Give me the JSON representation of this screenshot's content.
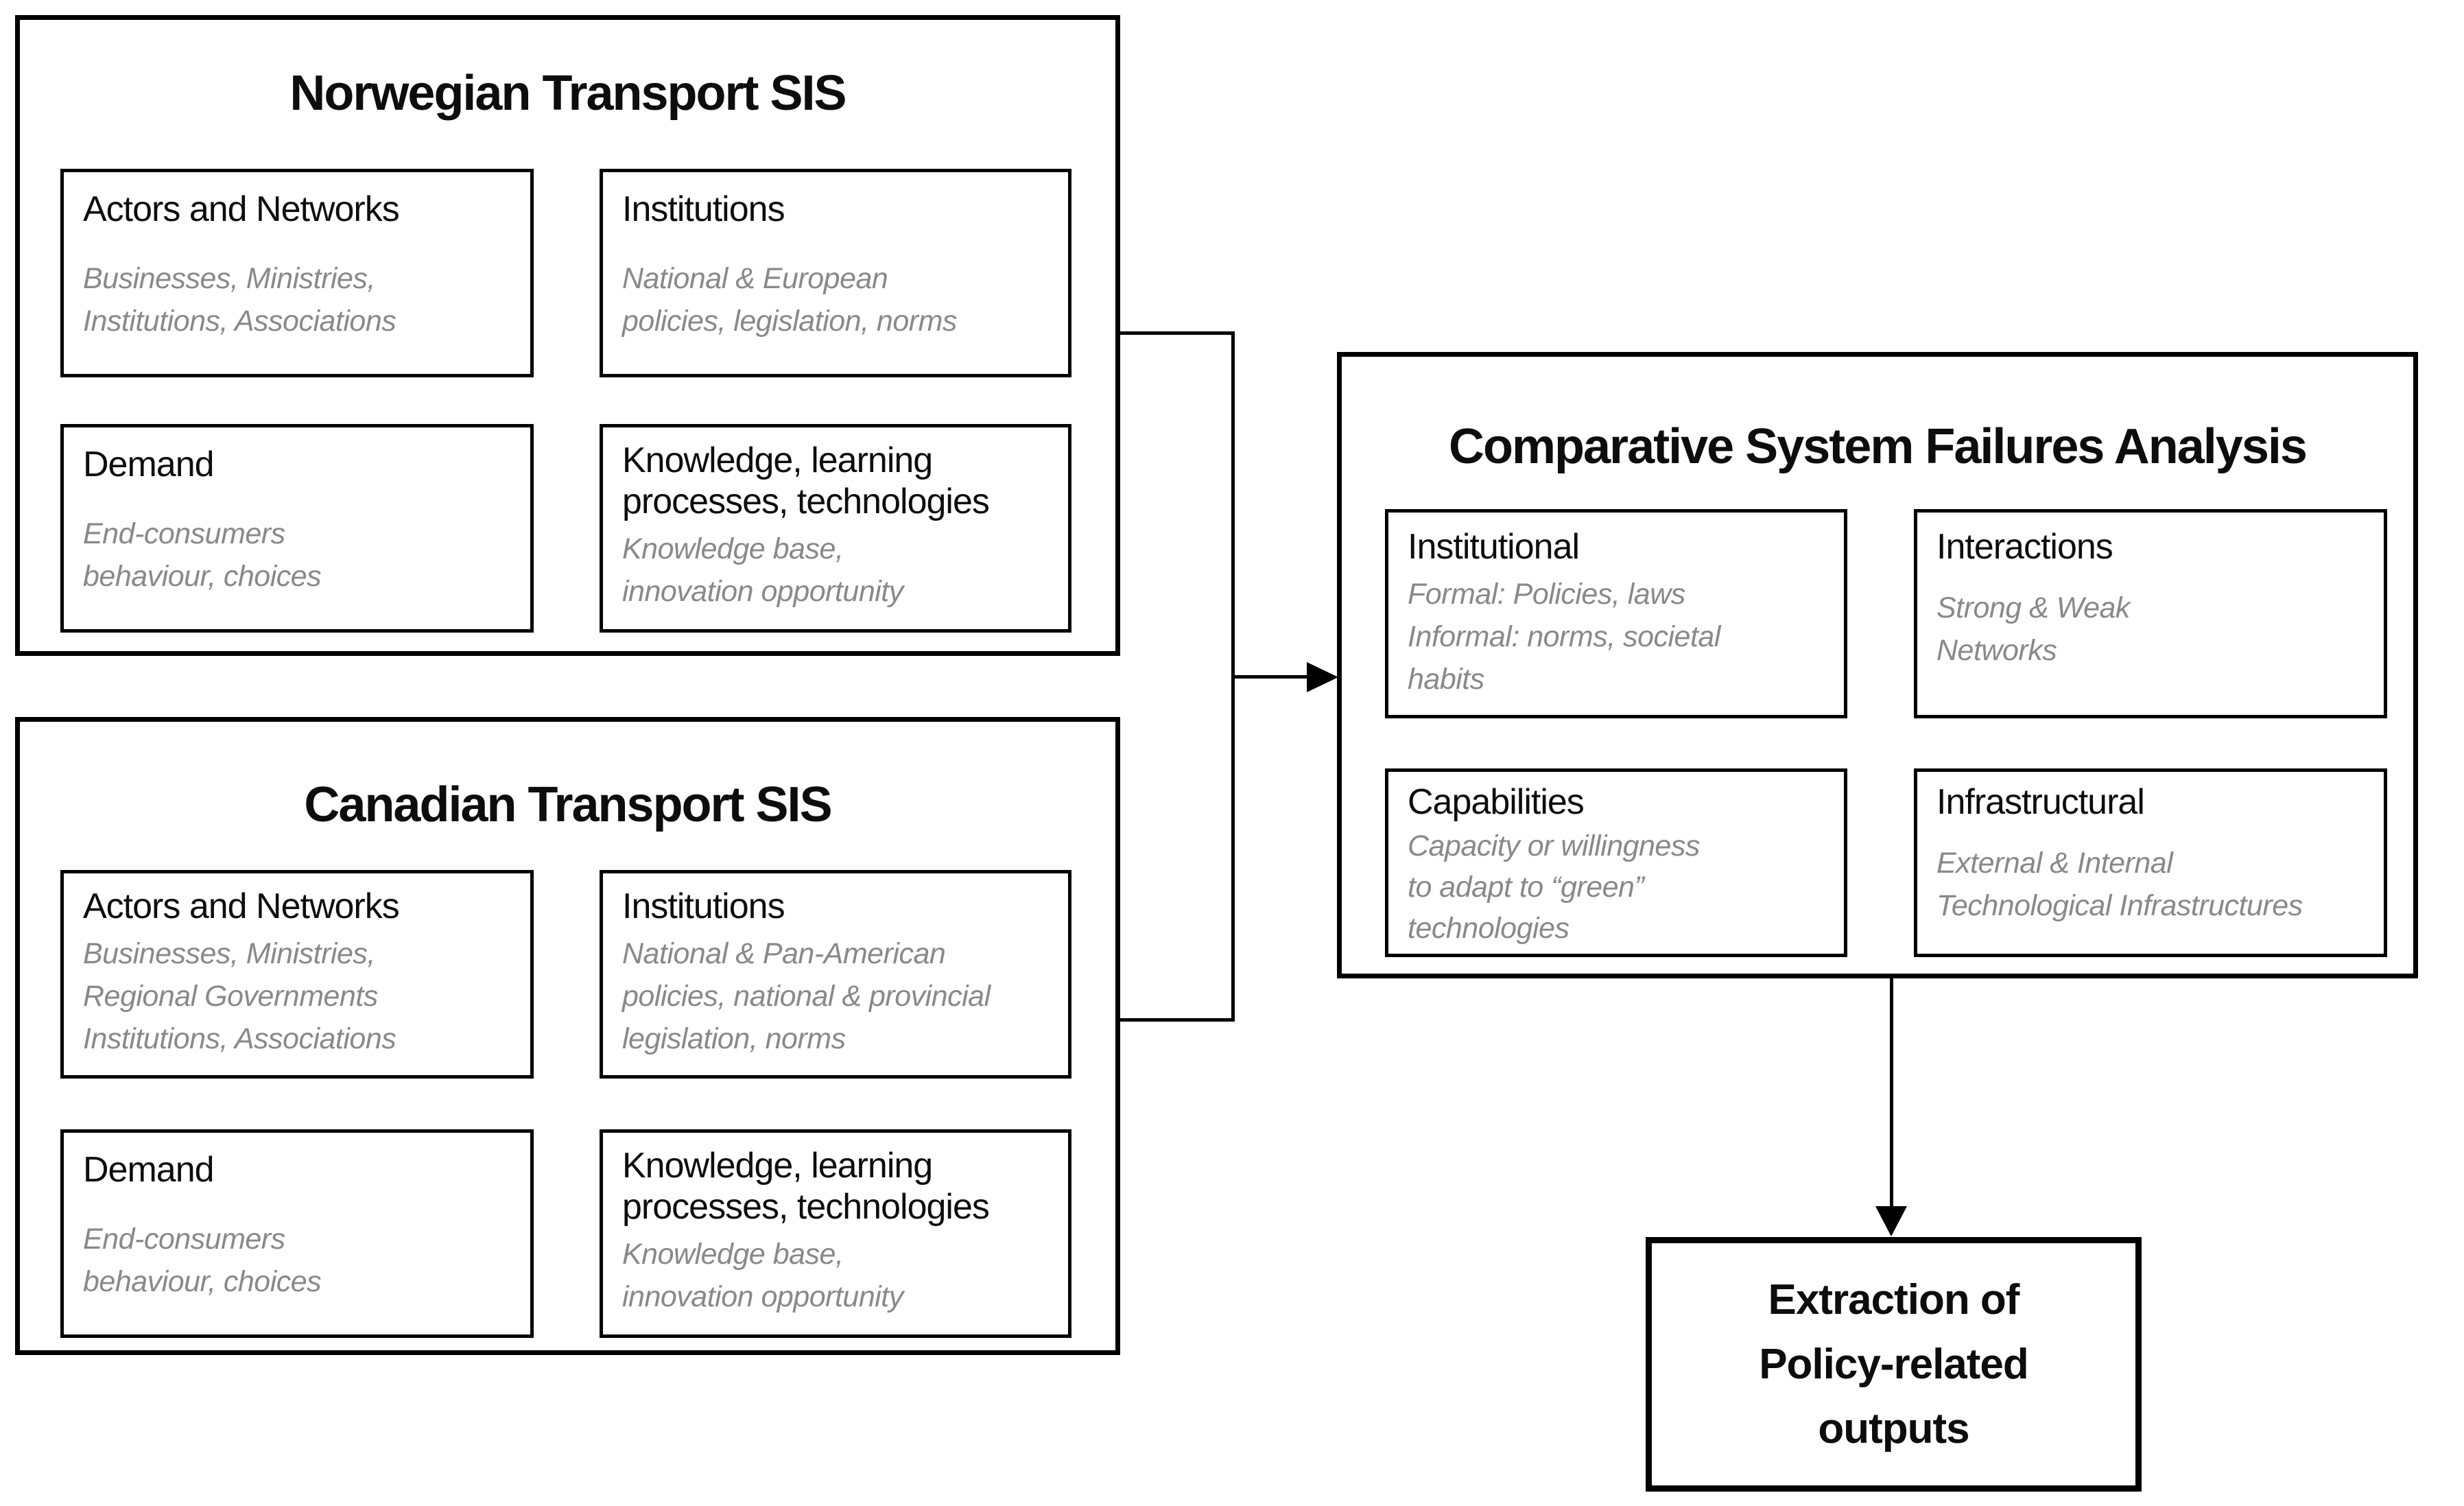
{
  "colors": {
    "background": "#ffffff",
    "line": "#000000",
    "ink": "#0d0d0d",
    "muted_gray": "#898989"
  },
  "norwegian_sis": {
    "title": "Norwegian Transport SIS",
    "actors": {
      "heading": "Actors and Networks",
      "body": [
        "Businesses, Ministries,",
        "Institutions, Associations"
      ]
    },
    "institutions": {
      "heading": "Institutions",
      "body": [
        "National & European",
        "policies, legislation, norms"
      ]
    },
    "demand": {
      "heading": "Demand",
      "body": [
        "End-consumers",
        "behaviour, choices"
      ]
    },
    "knowledge": {
      "heading": [
        "Knowledge, learning",
        "processes, technologies"
      ],
      "body": [
        "Knowledge base,",
        "innovation opportunity"
      ]
    }
  },
  "canadian_sis": {
    "title": "Canadian Transport SIS",
    "actors": {
      "heading": "Actors and Networks",
      "body": [
        "Businesses, Ministries,",
        "Regional Governments",
        "Institutions, Associations"
      ]
    },
    "institutions": {
      "heading": "Institutions",
      "body": [
        "National & Pan-American",
        "policies, national & provincial",
        "legislation, norms"
      ]
    },
    "demand": {
      "heading": "Demand",
      "body": [
        "End-consumers",
        "behaviour, choices"
      ]
    },
    "knowledge": {
      "heading": [
        "Knowledge, learning",
        "processes, technologies"
      ],
      "body": [
        "Knowledge base,",
        "innovation opportunity"
      ]
    }
  },
  "comparative_analysis": {
    "title": "Comparative System Failures Analysis",
    "institutional": {
      "heading": "Institutional",
      "body": [
        "Formal: Policies, laws",
        "Informal: norms, societal",
        "habits"
      ]
    },
    "interactions": {
      "heading": "Interactions",
      "body": [
        "Strong & Weak",
        "Networks"
      ]
    },
    "capabilities": {
      "heading": "Capabilities",
      "body": [
        "Capacity or willingness",
        "to adapt to “green”",
        "technologies"
      ]
    },
    "infrastructural": {
      "heading": "Infrastructural",
      "body": [
        "External & Internal",
        "Technological Infrastructures"
      ]
    }
  },
  "extraction": {
    "label": [
      "Extraction of",
      "Policy-related",
      "outputs"
    ]
  }
}
